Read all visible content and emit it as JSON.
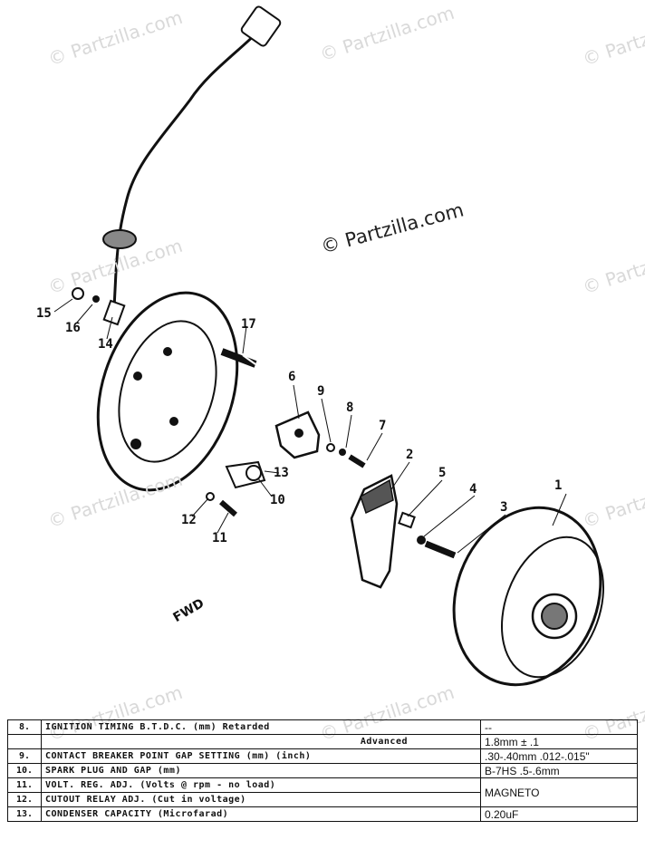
{
  "watermarks": {
    "brand": "© Partzilla.com"
  },
  "callouts": [
    "1",
    "2",
    "3",
    "4",
    "5",
    "6",
    "7",
    "8",
    "9",
    "10",
    "11",
    "12",
    "13",
    "14",
    "15",
    "16",
    "17"
  ],
  "fwd_label": "FWD",
  "spec_table": {
    "rows": [
      {
        "num": "8.",
        "label": "IGNITION TIMING B.T.D.C. (mm) Retarded",
        "value": "--"
      },
      {
        "num": "",
        "label": "Advanced",
        "value": "1.8mm ± .1"
      },
      {
        "num": "9.",
        "label": "CONTACT BREAKER POINT GAP SETTING (mm) (inch)",
        "value": ".30-.40mm .012-.015\""
      },
      {
        "num": "10.",
        "label": "SPARK PLUG AND GAP (mm)",
        "value": "B-7HS .5-.6mm"
      },
      {
        "num": "11.",
        "label": "VOLT. REG. ADJ. (Volts @ rpm - no load)",
        "value": "MAGNETO"
      },
      {
        "num": "12.",
        "label": "CUTOUT RELAY ADJ. (Cut in voltage)",
        "value": ""
      },
      {
        "num": "13.",
        "label": "CONDENSER CAPACITY (Microfarad)",
        "value": "0.20uF"
      }
    ]
  }
}
